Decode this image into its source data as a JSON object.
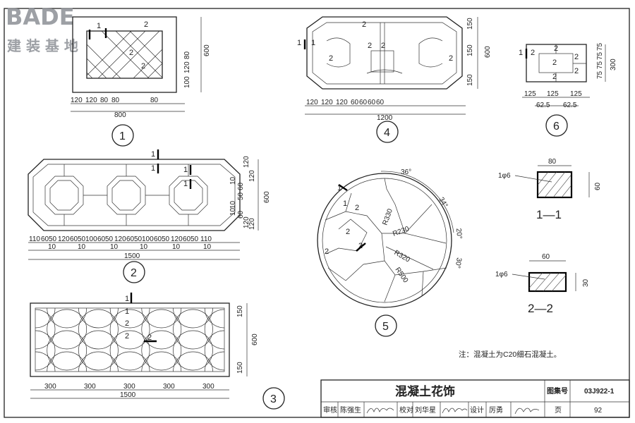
{
  "logo": {
    "brand": "BADE",
    "tagline": "建 装 基 地"
  },
  "sheet_title": "混凝土花饰",
  "atlas_label": "图集号",
  "atlas_no": "03J922-1",
  "page_label": "页",
  "page_no": "92",
  "signature_row": {
    "review_label": "审核",
    "review_name": "陈强生",
    "check_label": "校对",
    "check_name": "刘华星",
    "design_label": "设计",
    "design_name": "厉勇"
  },
  "note": "注：混凝土为C20细石混凝土。",
  "icons": {
    "section_cut": "section-cut-mark-icon",
    "rebar_hatch": "concrete-hatch-icon"
  },
  "items": {
    "d1": {
      "no": "1",
      "height": "600",
      "height_parts": [
        "100",
        "120",
        "80"
      ],
      "width": "800",
      "width_parts": [
        "120",
        "120",
        "80",
        "80",
        "80"
      ],
      "marks": [
        "1",
        "2",
        "2",
        "2"
      ]
    },
    "d2": {
      "no": "2",
      "height": "600",
      "height_parts": [
        "120",
        "120",
        "60",
        "10",
        "50",
        "10",
        "10",
        "60",
        "120",
        "120"
      ],
      "width": "1500",
      "width_parts": [
        "110",
        "60",
        "50",
        "120",
        "60",
        "50",
        "100",
        "60",
        "50",
        "120",
        "60",
        "50",
        "100",
        "60",
        "50",
        "120",
        "60",
        "50",
        "110"
      ],
      "small_parts": [
        "10",
        "10",
        "10",
        "10",
        "10",
        "10"
      ],
      "marks": [
        "1",
        "1",
        "1",
        "1"
      ]
    },
    "d3": {
      "no": "3",
      "height": "600",
      "height_parts": [
        "150",
        "150"
      ],
      "width": "1500",
      "width_parts": [
        "300",
        "300",
        "300",
        "300",
        "300"
      ],
      "marks": [
        "1",
        "1",
        "2",
        "2",
        "2"
      ]
    },
    "d4": {
      "no": "4",
      "height": "600",
      "height_parts": [
        "150",
        "150",
        "150"
      ],
      "width": "1200",
      "width_parts": [
        "120",
        "120",
        "120",
        "60",
        "60",
        "60",
        "60"
      ],
      "marks": [
        "1",
        "1",
        "2",
        "2",
        "2",
        "2",
        "2"
      ]
    },
    "d5": {
      "no": "5",
      "angles": [
        "36°",
        "34°",
        "20°",
        "30°"
      ],
      "radii": [
        "R330",
        "R230",
        "R320",
        "R500"
      ],
      "marks": [
        "1",
        "1",
        "2",
        "2",
        "2",
        "2"
      ]
    },
    "d6": {
      "no": "6",
      "height": "300",
      "height_parts": [
        "75",
        "75",
        "75",
        "75"
      ],
      "width_parts": [
        "125",
        "125",
        "125"
      ],
      "sub_parts": [
        "62.5",
        "62.5"
      ],
      "marks": [
        "1",
        "2",
        "2",
        "2",
        "2",
        "2",
        "2"
      ]
    }
  },
  "sections": [
    {
      "label": "1—1",
      "width": "80",
      "height": "60",
      "rebar": "1φ6"
    },
    {
      "label": "2—2",
      "width": "60",
      "height": "30",
      "rebar": "1φ6"
    }
  ]
}
